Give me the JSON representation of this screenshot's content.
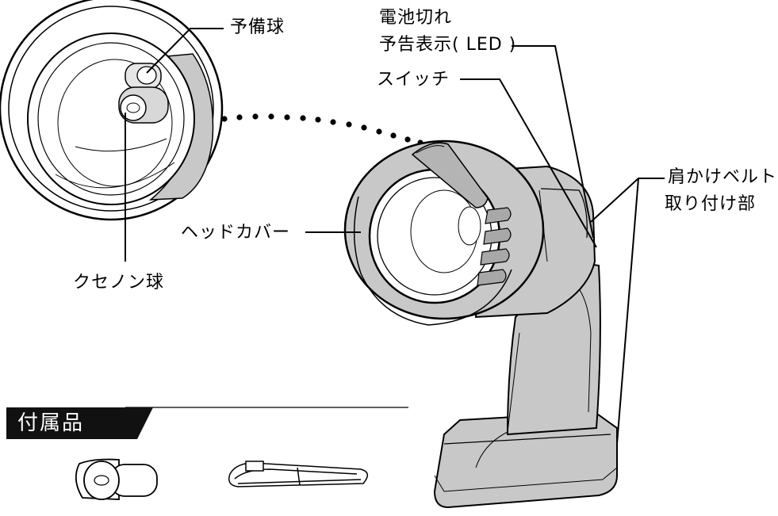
{
  "labels": {
    "spare_bulb": "予備球",
    "battery_line1": "電池切れ",
    "battery_line2": "予告表示( LED )",
    "switch": "スイッチ",
    "belt_line1": "肩かけベルト",
    "belt_line2": "取り付け部",
    "head_cover": "ヘッドカバー",
    "xenon_bulb": "クセノン球"
  },
  "accessories": {
    "title": "付属品"
  },
  "colors": {
    "body_gray": "#c8c8c8",
    "dark_gray": "#9a9a9a",
    "outline": "#000000",
    "header_bg": "#111111"
  }
}
